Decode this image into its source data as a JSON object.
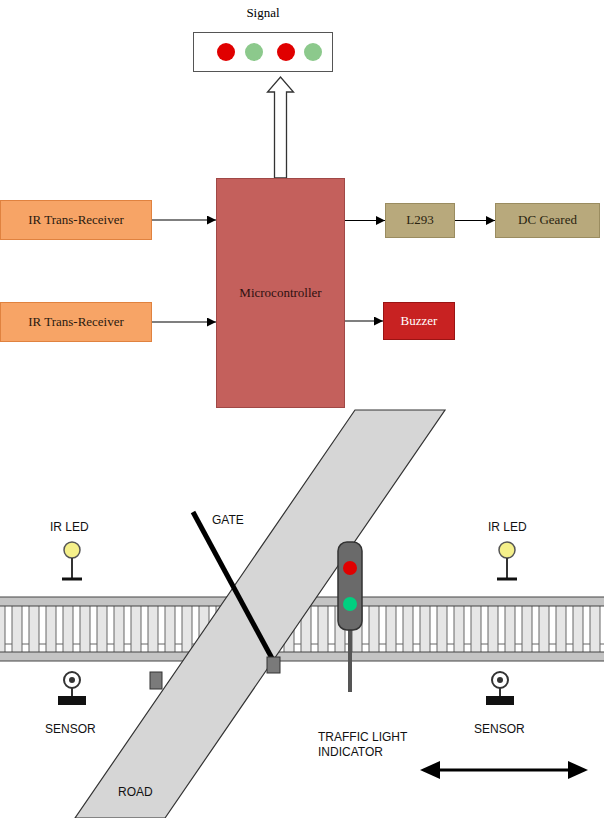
{
  "diagram": {
    "nodes": [
      {
        "text": [
          "Signal"
        ]
      },
      {
        "text": [
          "IR Trans-Receiver"
        ]
      },
      {
        "text": [
          "Microcontroller"
        ]
      },
      {
        "text": [
          "L293"
        ]
      },
      {
        "text": [
          "DC Geared"
        ]
      },
      {
        "text": [
          "IR Trans-Receiver"
        ]
      },
      {
        "text": [
          "Buzzer"
        ]
      }
    ],
    "edges": [
      {
        "from": 1,
        "to": 2,
        "arrow": "to"
      },
      {
        "from": 5,
        "to": 2,
        "arrow": "to"
      },
      {
        "from": 2,
        "to": 0,
        "arrow": "to"
      },
      {
        "from": 2,
        "to": 3,
        "arrow": "to"
      },
      {
        "from": 3,
        "to": 4,
        "arrow": "to"
      },
      {
        "from": 2,
        "to": 6,
        "arrow": "to"
      }
    ],
    "labels": [
      "IR LED",
      "GATE",
      "IR LED",
      "SENSOR",
      "TRAFFIC LIGHT INDICATOR",
      "SENSOR",
      "ROAD"
    ]
  }
}
